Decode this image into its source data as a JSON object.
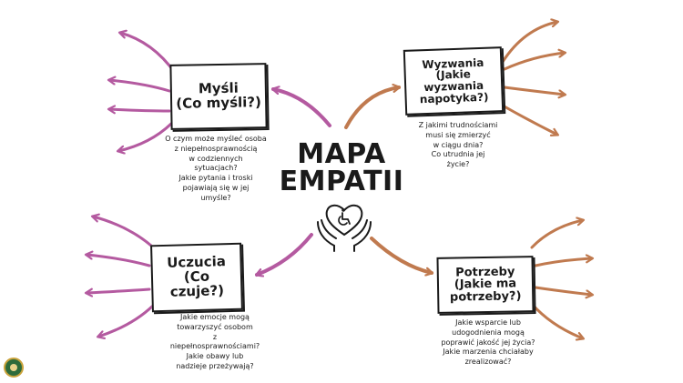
{
  "diagram": {
    "title_line1": "MAPA",
    "title_line2": "EMPATII",
    "colors": {
      "purple": "#b45aa0",
      "brown": "#c07a4f",
      "ink": "#1a1a1a"
    },
    "nodes": [
      {
        "id": "mysli",
        "label_line1": "Myśli",
        "label_line2": "(Co myśli?)",
        "notes": [
          "O czym może myśleć osoba",
          "z niepełnosprawnością",
          "w codziennych",
          "sytuacjach?",
          "Jakie pytania i troski",
          "pojawiają się w jej",
          "umyśle?"
        ]
      },
      {
        "id": "wyzwania",
        "label_line1": "Wyzwania",
        "label_line2": "(Jakie",
        "label_line3": "wyzwania",
        "label_line4": "napotyka?)",
        "notes": [
          "Z jakimi trudnościami",
          "musi się zmierzyć",
          "w ciągu dnia?",
          "Co utrudnia jej",
          "życie?"
        ]
      },
      {
        "id": "uczucia",
        "label_line1": "Uczucia",
        "label_line2": "(Co",
        "label_line3": "czuje?)",
        "notes": [
          "Jakie emocje mogą",
          "towarzyszyć osobom",
          "z",
          "niepełnosprawnościami?",
          "Jakie obawy lub",
          "nadzieje przeżywają?"
        ]
      },
      {
        "id": "potrzeby",
        "label_line1": "Potrzeby",
        "label_line2": "(Jakie ma",
        "label_line3": "potrzeby?)",
        "notes": [
          "Jakie wsparcie lub",
          "udogodnienia mogą",
          "poprawić jakość jej życia?",
          "Jakie marzenia chciałaby",
          "zrealizować?"
        ]
      }
    ],
    "icons": {
      "center": "accessibility-heart-hands-icon",
      "corner": "school-seal-icon"
    }
  }
}
